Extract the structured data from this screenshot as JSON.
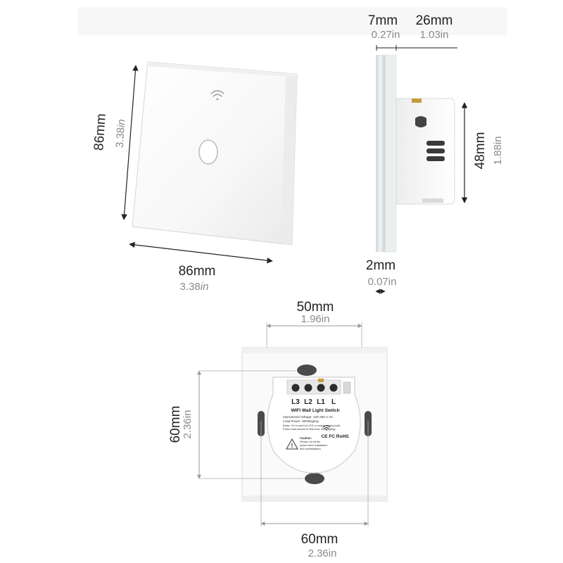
{
  "front_view": {
    "height": {
      "mm": "86mm",
      "in_value": "3.38",
      "in_unit": "in"
    },
    "width": {
      "mm": "86mm",
      "in_value": "3.38",
      "in_unit": "in"
    }
  },
  "side_view": {
    "glass": {
      "mm": "7mm",
      "in": "0.27in"
    },
    "depth": {
      "mm": "26mm",
      "in": "1.03in"
    },
    "box_height": {
      "mm": "48mm",
      "in": "1.88in"
    },
    "panel_thickness": {
      "mm": "2mm",
      "in": "0.07in"
    }
  },
  "back_view": {
    "inner_width": {
      "mm": "50mm",
      "in": "1.96in"
    },
    "height": {
      "mm": "60mm",
      "in": "2.36in"
    },
    "outer_width": {
      "mm": "60mm",
      "in": "2.36in"
    },
    "terminals": [
      "L3",
      "L2",
      "L1",
      "L"
    ],
    "label": {
      "title": "WIFI Wall Light Switch",
      "voltage": "Operational Voltage: 100-250 V AC",
      "load": "Load Power: 300W/gang.",
      "note1": "(Note: If it is used for LED or energy saving bulb,",
      "note2": "Power load should be less than 300W/gang)",
      "caution_title": "Caution:",
      "caution1": "Please cut off the",
      "caution2": "power when installation",
      "caution3": "and uninstallation.",
      "cert": "CE FC RoHS"
    }
  }
}
